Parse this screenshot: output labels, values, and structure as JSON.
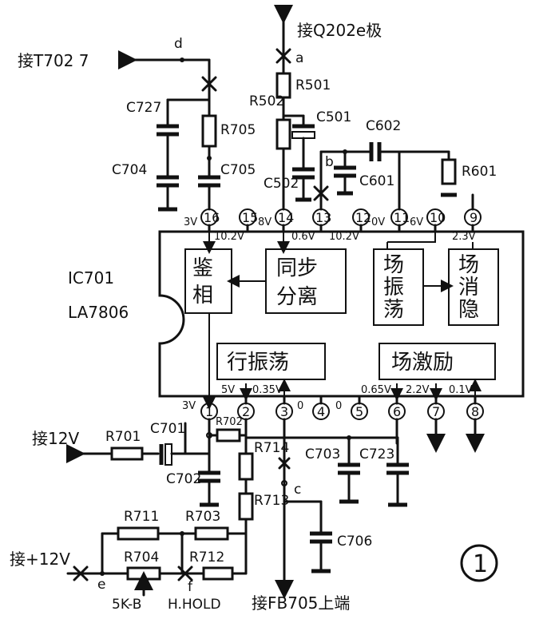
{
  "ext": {
    "t702": "接T702 7",
    "q202": "接Q202e极",
    "v12": "接12V",
    "v12b": "接+12V",
    "fb705": "接FB705上端"
  },
  "nodes": {
    "d": "d",
    "a": "a",
    "b": "b",
    "c": "c",
    "e": "e",
    "f": "f"
  },
  "parts": {
    "c727": "C727",
    "r705": "R705",
    "c704": "C704",
    "c705": "C705",
    "r501": "R501",
    "r502": "R502",
    "c501": "C501",
    "c502": "C502",
    "c602": "C602",
    "c601": "C601",
    "r601": "R601",
    "r702": "R702",
    "r701": "R701",
    "c701": "C701",
    "c702": "C702",
    "r714": "R714",
    "r713": "R713",
    "c703": "C703",
    "c723": "C723",
    "c706": "C706",
    "r711": "R711",
    "r703": "R703",
    "r704": "R704",
    "r712": "R712",
    "pot": "5K-B",
    "hhold": "H.HOLD"
  },
  "ic": {
    "ref": "IC701",
    "model": "LA7806",
    "blocks": {
      "sep": "鉴相",
      "sync": "同步分离",
      "vosc": "场振荡",
      "vblank": "场消隐",
      "hosc": "行振荡",
      "vdrive": "场激励"
    }
  },
  "pins_top": [
    {
      "num": "16",
      "v_out": "3V",
      "v_in": "10.2V"
    },
    {
      "num": "15",
      "v_out": "8V",
      "v_in": ""
    },
    {
      "num": "14",
      "v_out": "",
      "v_in": "0.6V"
    },
    {
      "num": "13",
      "v_out": "",
      "v_in": "10.2V"
    },
    {
      "num": "12",
      "v_out": "0V",
      "v_in": ""
    },
    {
      "num": "11",
      "v_out": "6V",
      "v_in": ""
    },
    {
      "num": "10",
      "v_out": "",
      "v_in": ""
    },
    {
      "num": "9",
      "v_out": "",
      "v_in": "2.3V"
    }
  ],
  "pins_bottom": [
    {
      "num": "1",
      "v_out": "3V",
      "v_in": ""
    },
    {
      "num": "2",
      "v_out": "",
      "v_in": "5V"
    },
    {
      "num": "3",
      "v_out": "0",
      "v_in": "0.35V"
    },
    {
      "num": "4",
      "v_out": "0",
      "v_in": ""
    },
    {
      "num": "5",
      "v_out": "",
      "v_in": ""
    },
    {
      "num": "6",
      "v_out": "",
      "v_in": "0.65V"
    },
    {
      "num": "7",
      "v_out": "",
      "v_in": "2.2V"
    },
    {
      "num": "8",
      "v_out": "",
      "v_in": "0.1V"
    }
  ],
  "figure_num": "1"
}
